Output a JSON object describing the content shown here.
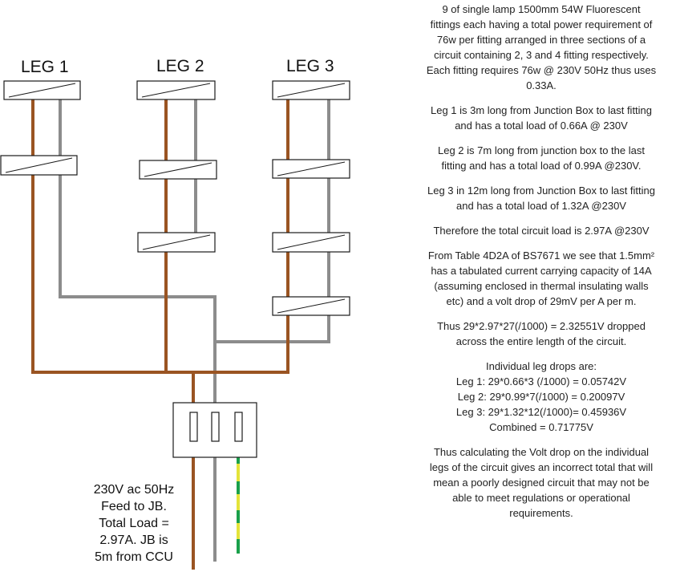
{
  "legs": [
    {
      "label": "LEG 1"
    },
    {
      "label": "LEG 2"
    },
    {
      "label": "LEG 3"
    }
  ],
  "feed_note": [
    "230V ac 50Hz",
    "Feed to JB.",
    "Total Load =",
    "2.97A. JB is",
    "5m from CCU"
  ],
  "notes": {
    "intro": [
      "9 of single lamp 1500mm 54W Fluorescent",
      "fittings each having a total power requirement of",
      "76w per fitting arranged in three sections of a",
      "circuit containing 2, 3 and 4 fitting respectively.",
      "Each fitting requires 76w @ 230V 50Hz thus uses",
      "0.33A."
    ],
    "leg1": [
      "Leg 1 is 3m long from Junction Box to last fitting",
      "and has a total load of 0.66A @ 230V"
    ],
    "leg2": [
      "Leg 2 is 7m long from junction box to the last",
      "fitting and has a total load of 0.99A @230V."
    ],
    "leg3": [
      "Leg 3 in 12m long from Junction Box to last fitting",
      "and has a total load of 1.32A @230V"
    ],
    "total": [
      "Therefore the total circuit load is 2.97A @230V"
    ],
    "table": [
      "From Table 4D2A of BS7671 we see that 1.5mm²",
      "has a tabulated current carrying capacity of 14A",
      "(assuming enclosed in thermal insulating walls",
      "etc) and a volt drop of 29mV per A per m."
    ],
    "thus": [
      "Thus 29*2.97*27(/1000) = 2.32551V dropped",
      "across the entire length of the circuit."
    ],
    "drops": [
      "Individual leg drops are:",
      "Leg 1: 29*0.66*3 (/1000) = 0.05742V",
      "Leg 2: 29*0.99*7(/1000) = 0.20097V",
      "Leg 3: 29*1.32*12(/1000)= 0.45936V",
      "Combined = 0.71775V"
    ],
    "conclusion": [
      "Thus calculating the Volt drop on the individual",
      "legs of the circuit gives an incorrect total that will",
      "mean a poorly designed circuit that may not be",
      "able to meet regulations or operational",
      "requirements."
    ]
  },
  "colors": {
    "live_wire": "#9a5422",
    "neutral_wire": "#8c8c8c",
    "earth_green": "#1aa04b",
    "earth_yellow": "#e4e43a",
    "outline": "#1a1a1a"
  }
}
